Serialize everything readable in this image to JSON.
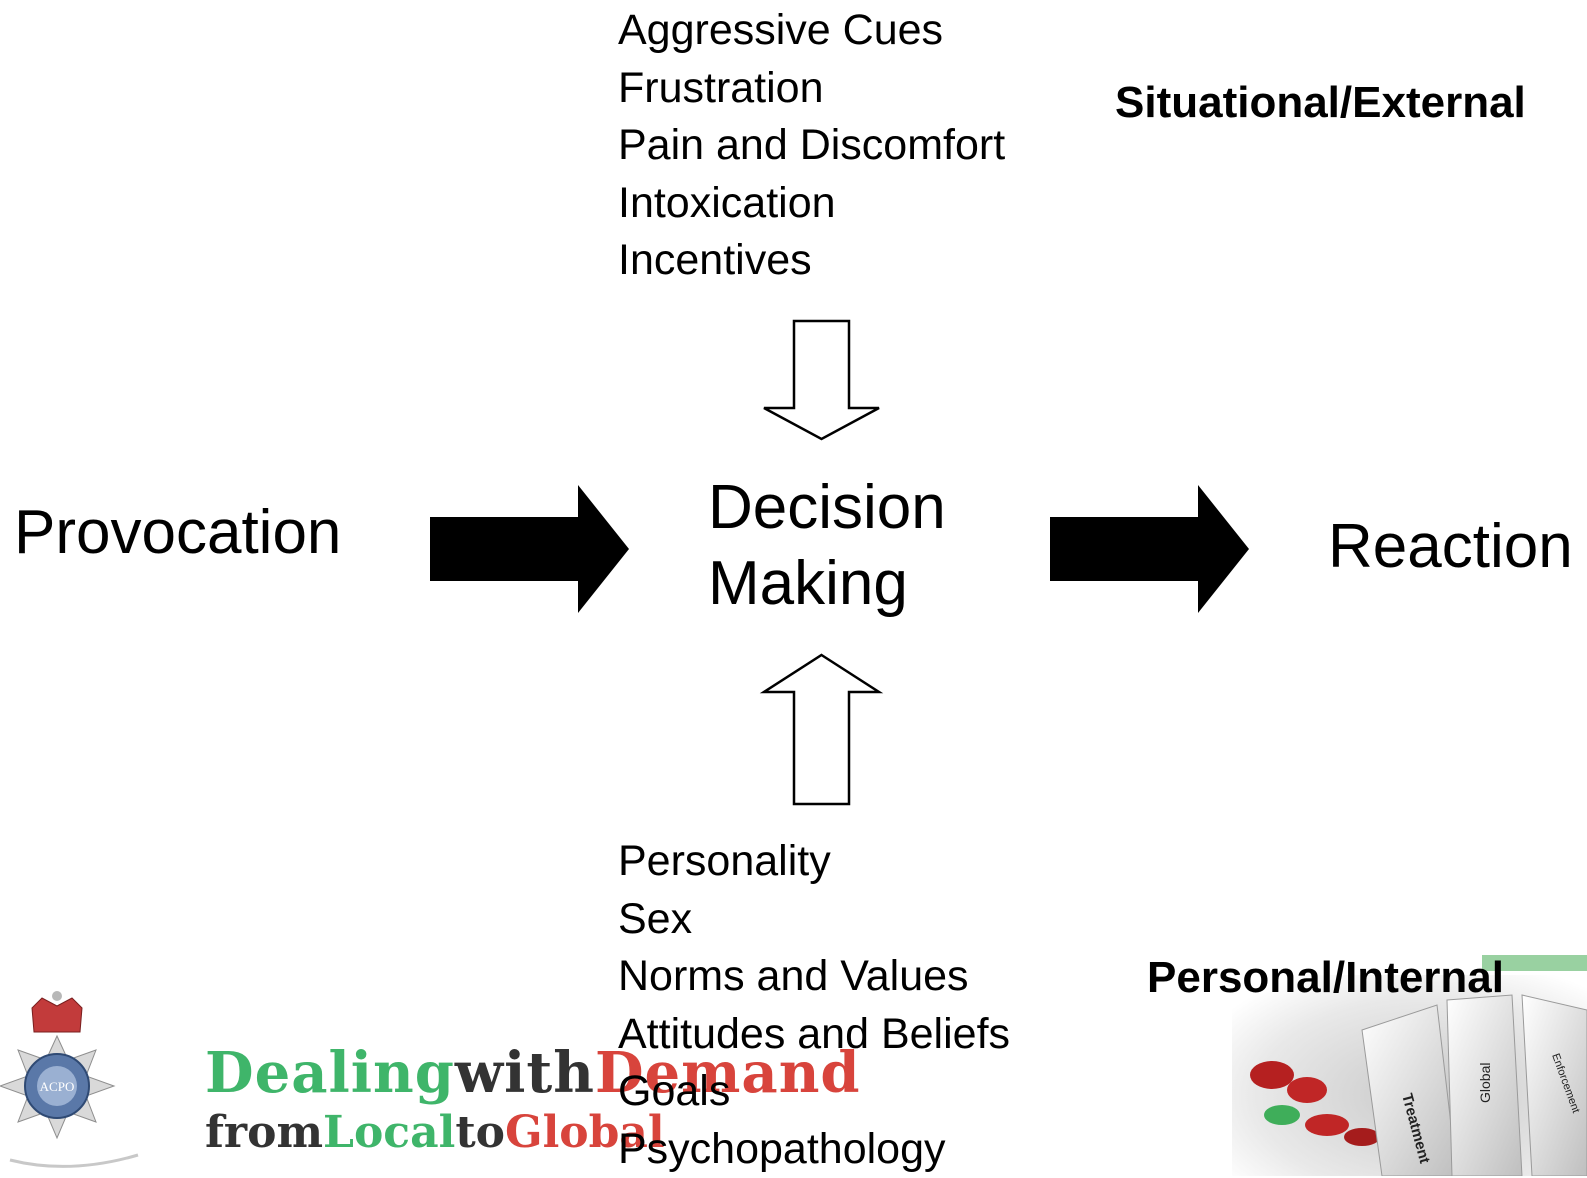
{
  "situational_heading": "Situational/External",
  "personal_heading": "Personal/Internal",
  "situational_factors": [
    "Aggressive Cues",
    "Frustration",
    "Pain and Discomfort",
    "Intoxication",
    "Incentives"
  ],
  "personal_factors": [
    "Personality",
    "Sex",
    "Norms and Values",
    "Attitudes and Beliefs",
    "Goals",
    "Psychopathology"
  ],
  "input_node": "Provocation",
  "center_node": {
    "line1": "Decision",
    "line2": "Making"
  },
  "output_node": "Reaction",
  "logo": {
    "line1": {
      "part1": "Dealing",
      "part2": "with",
      "part3": "Demand"
    },
    "line2": {
      "part1": "from",
      "part2": "Local",
      "part3": "to",
      "part4": "Global"
    },
    "colors": {
      "green": "#3fb56a",
      "dark": "#333333",
      "red": "#d8443c"
    }
  },
  "badge": {
    "text": "ACPO"
  },
  "corner_image": {
    "texts": [
      "Treatment",
      "Global",
      "Enforcement"
    ]
  }
}
